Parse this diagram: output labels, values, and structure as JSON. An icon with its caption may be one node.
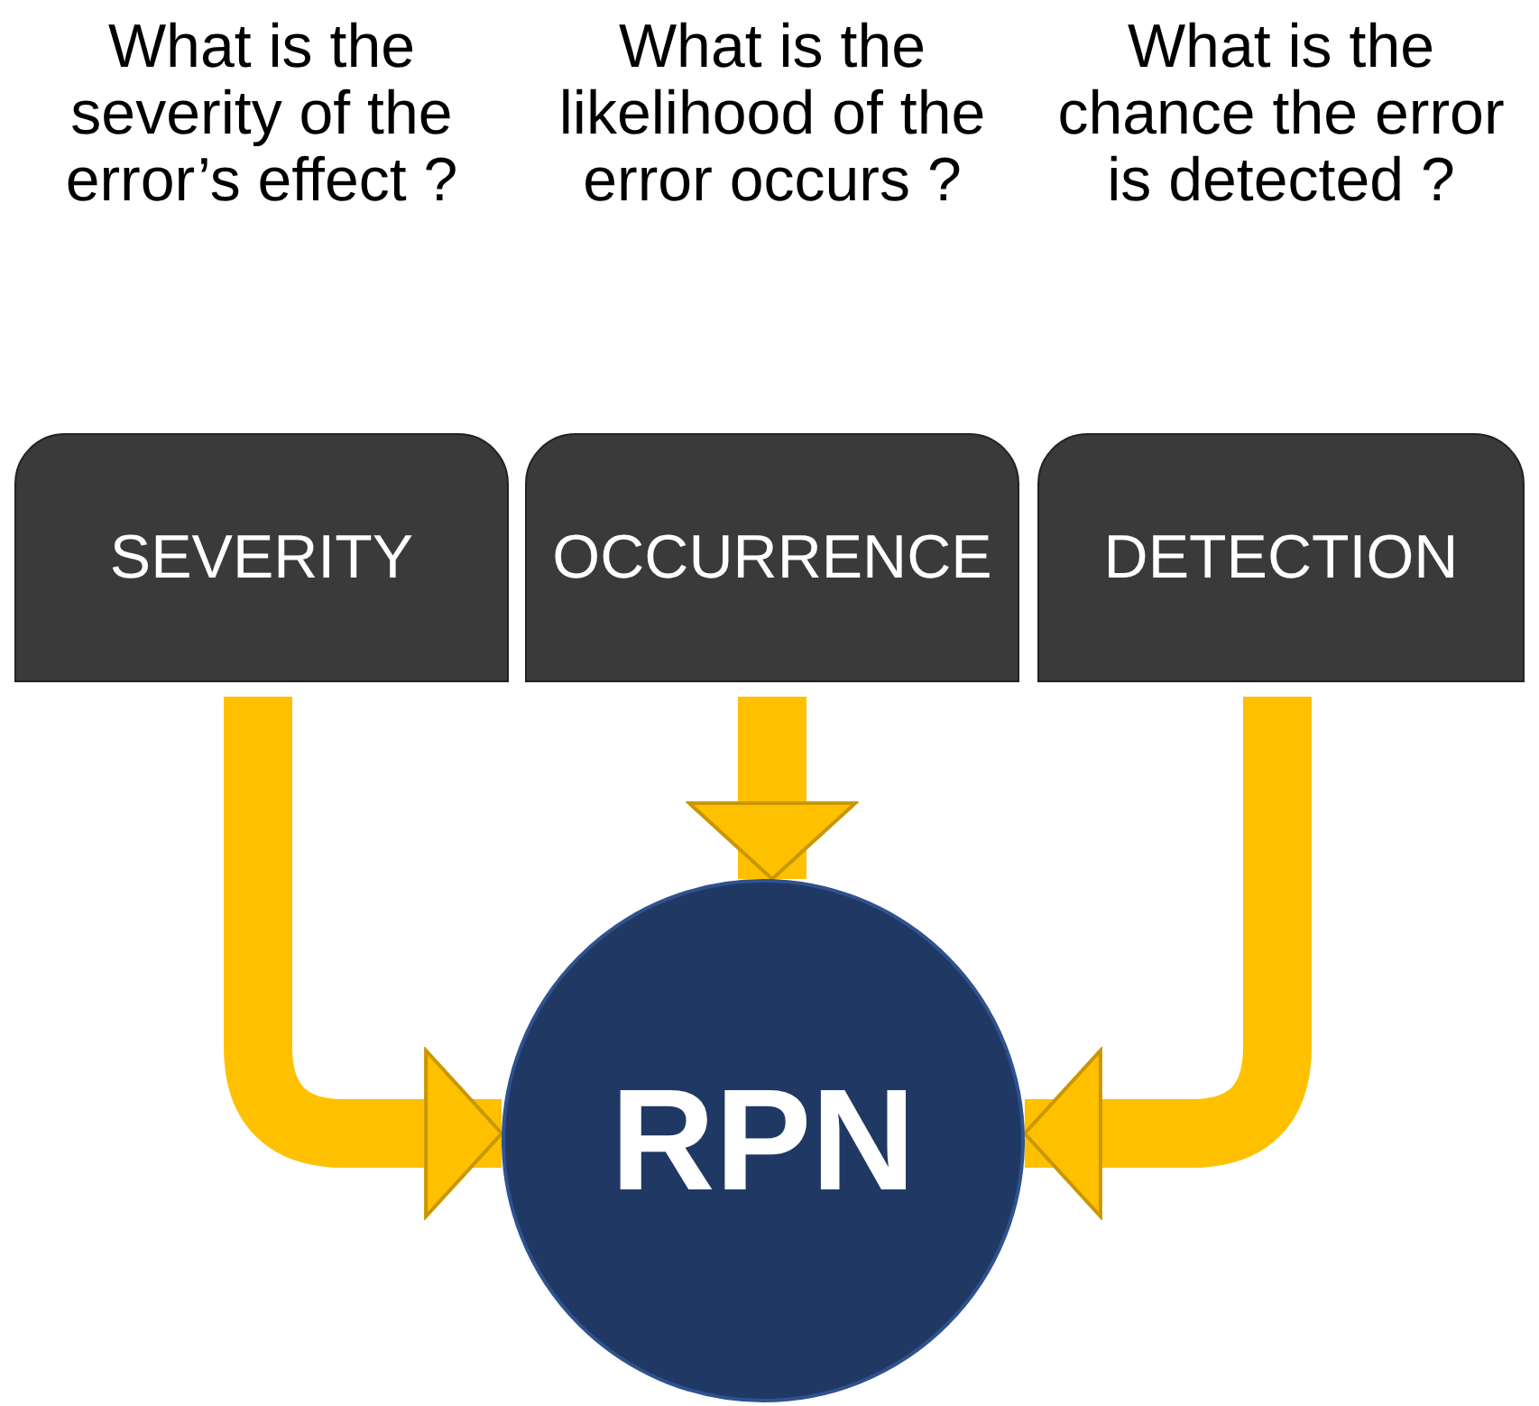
{
  "diagram": {
    "nodes": [
      {
        "text": [
          "What is the severity of the error’s effect ?",
          "SEVERITY"
        ]
      },
      {
        "text": [
          "What is the likelihood of the error occurs ?",
          "OCCURRENCE"
        ]
      },
      {
        "text": [
          "What is the chance the error is detected ?",
          "DETECTION"
        ]
      },
      {
        "text": [
          "RPN"
        ]
      }
    ],
    "edges": [
      {
        "from": 0,
        "to": 3,
        "arrow": "to",
        "color": "#ffc000"
      },
      {
        "from": 1,
        "to": 3,
        "arrow": "to",
        "color": "#ffc000"
      },
      {
        "from": 2,
        "to": 3,
        "arrow": "to",
        "color": "#ffc000"
      }
    ]
  }
}
